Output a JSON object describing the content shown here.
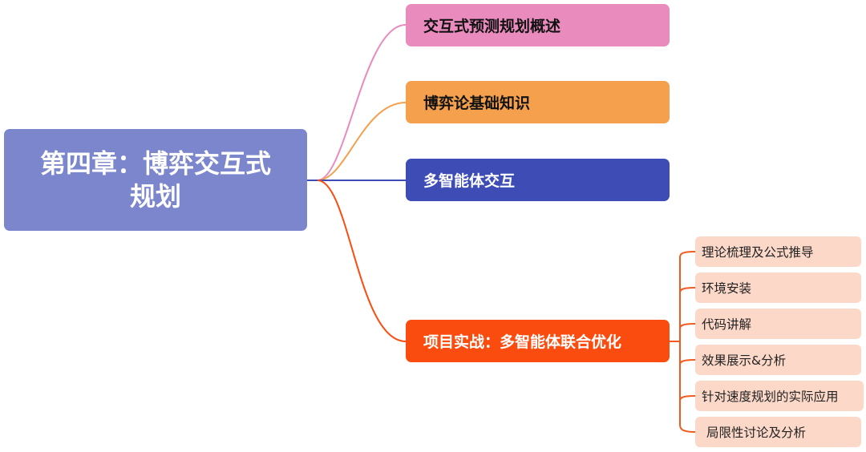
{
  "mindmap": {
    "root": {
      "label": "第四章：博弈交互式规划",
      "color": "#7b86cc"
    },
    "branches": [
      {
        "label": "交互式预测规划概述",
        "color": "#e98bbd",
        "text_color": "#111111"
      },
      {
        "label": "博弈论基础知识",
        "color": "#f4a04c",
        "text_color": "#111111"
      },
      {
        "label": "多智能体交互",
        "color": "#3d4db5",
        "text_color": "#ffffff"
      },
      {
        "label": "项目实战：多智能体联合优化",
        "color": "#fb4c0f",
        "text_color": "#ffffff"
      }
    ],
    "leaves": [
      {
        "label": "理论梳理及公式推导"
      },
      {
        "label": "环境安装"
      },
      {
        "label": "代码讲解"
      },
      {
        "label": "效果展示&分析"
      },
      {
        "label": "针对速度规划的实际应用"
      },
      {
        "label": "局限性讨论及分析"
      }
    ],
    "leaf_fill": "#fcd8c9",
    "leaf_connector_color": "#f05a1e"
  }
}
